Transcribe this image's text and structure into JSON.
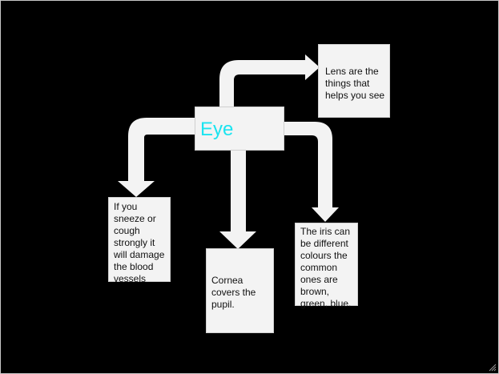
{
  "diagram": {
    "center": {
      "label": "Eye",
      "color": "#1be4f0"
    },
    "nodes": [
      {
        "id": "lens",
        "text": "Lens are the\nthings that\nhelps you see"
      },
      {
        "id": "sneeze",
        "text": "If you\nsneeze or\ncough\nstrongly it\nwill damage\nthe blood\nvessels"
      },
      {
        "id": "cornea",
        "text": "Cornea\ncovers the\npupil."
      },
      {
        "id": "iris",
        "text": "The iris can\nbe different\ncolours the\ncommon\nones are\nbrown,\ngreen, blue."
      }
    ],
    "colors": {
      "background": "#000000",
      "box": "#f3f3f3",
      "arrow": "#f3f3f3"
    }
  }
}
